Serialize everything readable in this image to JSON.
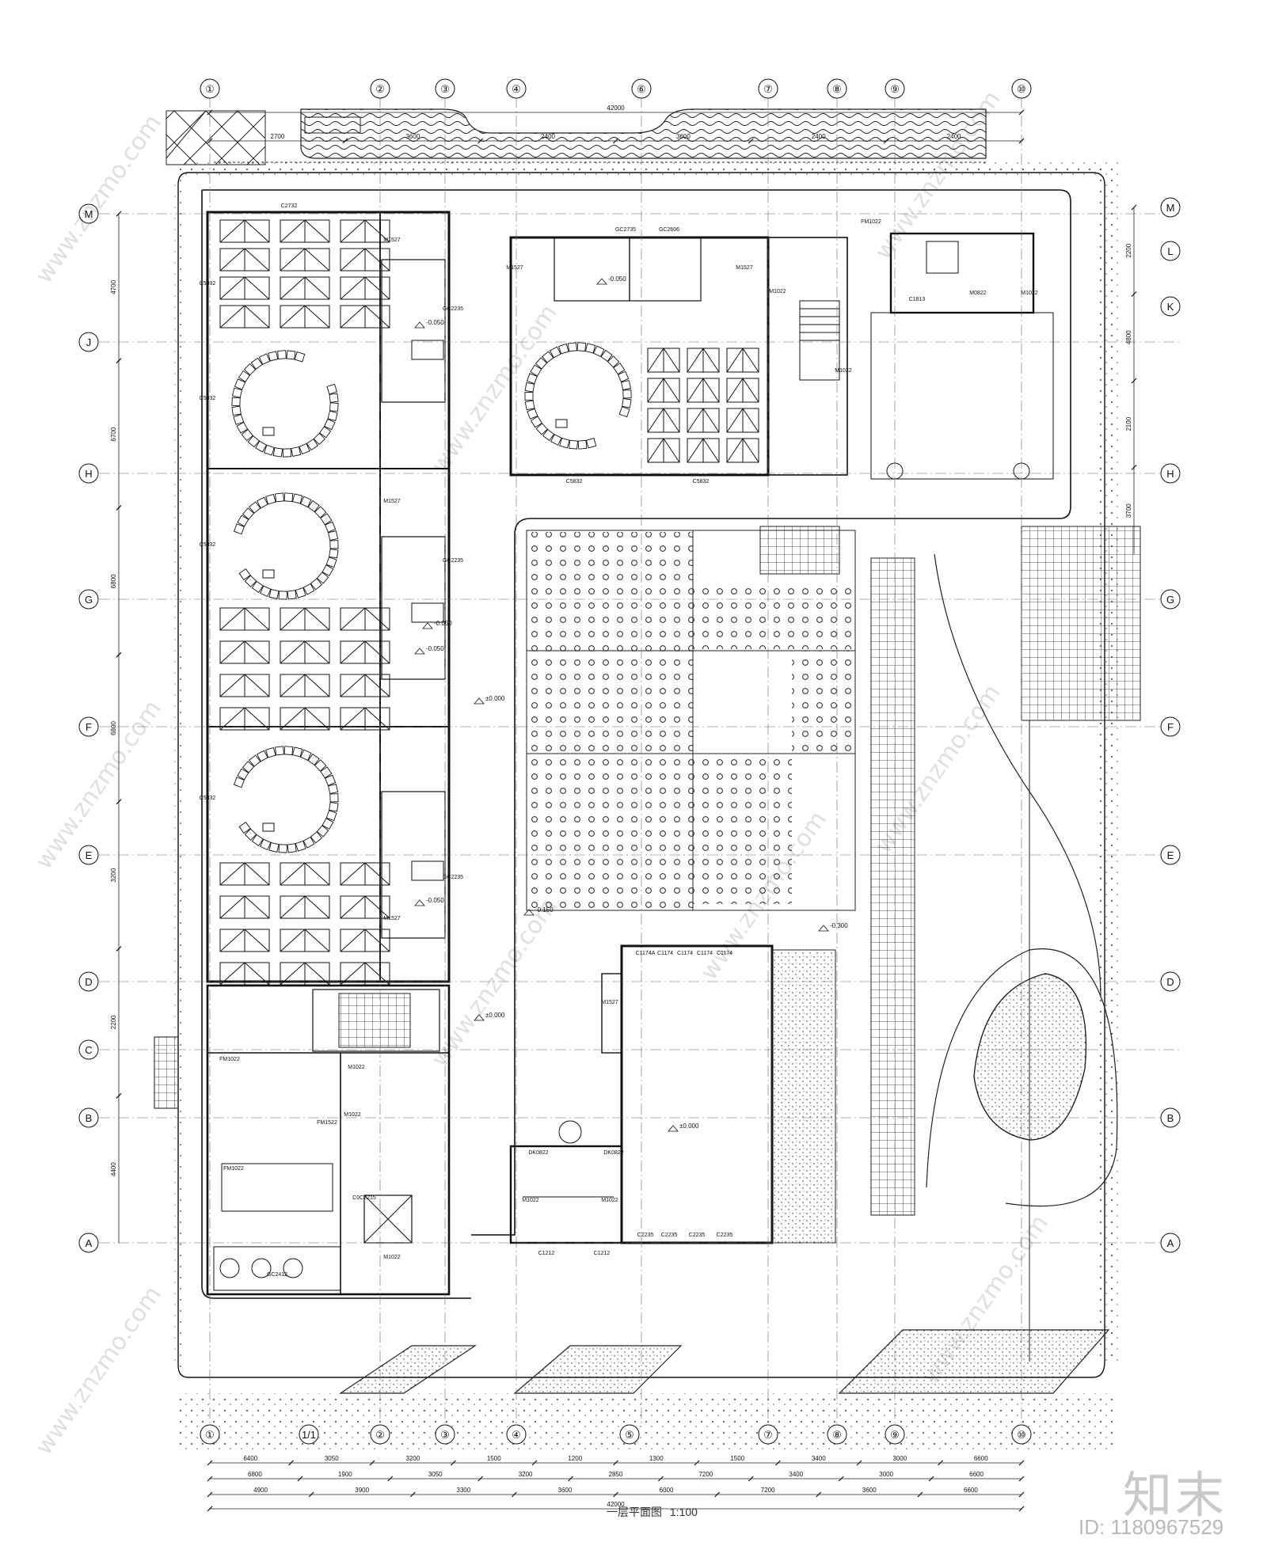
{
  "grid": {
    "top_labels": [
      "①",
      "②",
      "③",
      "④",
      "⑥",
      "⑦",
      "⑧",
      "⑨",
      "⑩"
    ],
    "bottom_labels": [
      "①",
      "1/1",
      "②",
      "③",
      "④",
      "⑤",
      "⑦",
      "⑧",
      "⑨",
      "⑩"
    ],
    "left_labels": [
      "M",
      "J",
      "H",
      "G",
      "F",
      "E",
      "D",
      "C",
      "B",
      "A"
    ],
    "right_labels": [
      "M",
      "L",
      "K",
      "H",
      "G",
      "F",
      "E",
      "D",
      "B",
      "A"
    ]
  },
  "dimensions": {
    "top_total": "42000",
    "top_segments": [
      "2700",
      "3600",
      "2400",
      "3600",
      "2400",
      "2400"
    ],
    "bottom_row1": [
      "6400",
      "3050",
      "3200",
      "1500",
      "1200",
      "1300",
      "1500",
      "3400",
      "3000",
      "6600"
    ],
    "bottom_row2": [
      "6800",
      "1900",
      "3050",
      "3200",
      "2850",
      "7200",
      "3400",
      "3000",
      "6600"
    ],
    "bottom_row3": [
      "4900",
      "3900",
      "3300",
      "3600",
      "6000",
      "7200",
      "3600",
      "6600"
    ],
    "bottom_total": "42000",
    "left_segments": [
      "4700",
      "6700",
      "6800",
      "6800",
      "3200",
      "2200",
      "4400"
    ],
    "right_segments": [
      "2200",
      "4800",
      "2100",
      "3700"
    ]
  },
  "room_tags": {
    "class1": [
      "C2732",
      "C5832",
      "C5832",
      "M1527",
      "GC2235"
    ],
    "class2": [
      "C5832",
      "M1527",
      "GC2235"
    ],
    "class3": [
      "C5832",
      "GC2235",
      "M1527"
    ],
    "center": [
      "GC2735",
      "GC2606",
      "M1527",
      "M1527",
      "C5832",
      "C5832",
      "M1022",
      "M1022"
    ],
    "office": [
      "FM1022",
      "C1813",
      "M0822",
      "M1022"
    ],
    "hall": [
      "C1174A",
      "C1174",
      "C1174",
      "C1174",
      "C1174",
      "C2235",
      "C2235",
      "C2235",
      "C2235",
      "M1527"
    ],
    "toilets": [
      "DK0822",
      "DK0822",
      "M1022",
      "M1022",
      "C1212",
      "C1212"
    ],
    "service": [
      "FM1022",
      "FM1022",
      "FM1522",
      "M1022",
      "M1022",
      "GC2412",
      "C0C2215",
      "M1022"
    ]
  },
  "levels": [
    "-0.050",
    "-0.050",
    "-0.050",
    "-0.050",
    "-0.050",
    "±0.000",
    "±0.000",
    "±0.000",
    "-0.300",
    "-0.150"
  ],
  "sheet": {
    "title": "一层平面图",
    "scale": "1:100"
  },
  "watermark": {
    "brand": "知末",
    "id": "ID: 1180967529",
    "site": "www.znzmo.com"
  },
  "colors": {
    "line": "#1a1a1a",
    "hatch": "#444444",
    "watermark": "#c8c8c8"
  }
}
